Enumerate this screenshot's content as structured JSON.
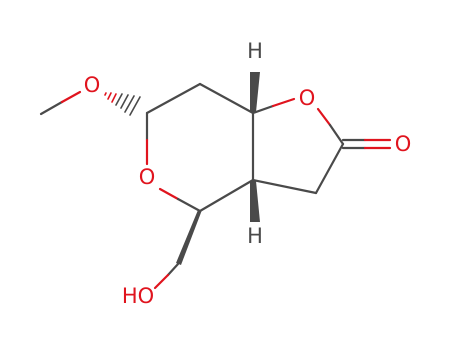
{
  "molecule": {
    "atoms": {
      "methoxy_oxygen": "O",
      "ring_oxygen": "O",
      "lactone_ring_oxygen": "O",
      "carbonyl_oxygen": "O",
      "top_stereo_hydrogen": "H",
      "bottom_stereo_hydrogen": "H",
      "hydroxyl_group": "HO"
    },
    "colors": {
      "carbon_bond": "#4a4a4a",
      "oxygen": "#e0141e",
      "hydrogen": "#4a4a4a"
    }
  }
}
